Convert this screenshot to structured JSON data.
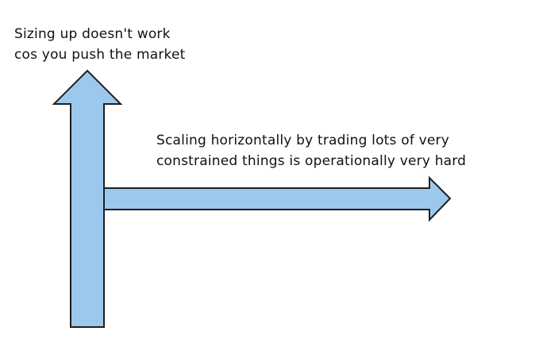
{
  "diagram": {
    "fill_color": "#9dc8ee",
    "stroke_color": "#1f1f1f",
    "vertical_arrow": {
      "label_lines": [
        "Sizing up doesn't work",
        "cos you push the market"
      ]
    },
    "horizontal_arrow": {
      "label_lines": [
        "Scaling horizontally by trading lots of very",
        "constrained things is operationally very hard"
      ]
    }
  }
}
